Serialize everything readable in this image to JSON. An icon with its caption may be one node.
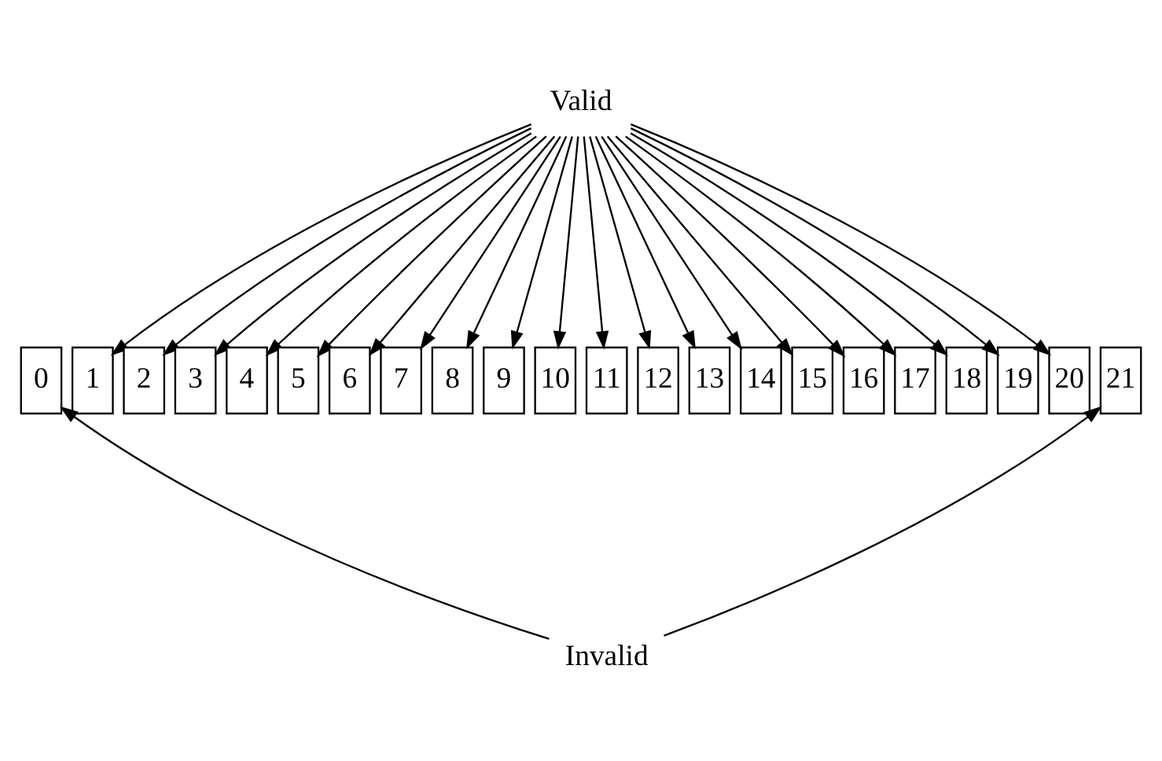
{
  "diagram": {
    "nodes": [
      {
        "text": [
          "Valid"
        ]
      },
      {
        "text": [
          "0"
        ]
      },
      {
        "text": [
          "1"
        ]
      },
      {
        "text": [
          "2"
        ]
      },
      {
        "text": [
          "3"
        ]
      },
      {
        "text": [
          "4"
        ]
      },
      {
        "text": [
          "5"
        ]
      },
      {
        "text": [
          "6"
        ]
      },
      {
        "text": [
          "7"
        ]
      },
      {
        "text": [
          "8"
        ]
      },
      {
        "text": [
          "9"
        ]
      },
      {
        "text": [
          "10"
        ]
      },
      {
        "text": [
          "11"
        ]
      },
      {
        "text": [
          "12"
        ]
      },
      {
        "text": [
          "13"
        ]
      },
      {
        "text": [
          "14"
        ]
      },
      {
        "text": [
          "15"
        ]
      },
      {
        "text": [
          "16"
        ]
      },
      {
        "text": [
          "17"
        ]
      },
      {
        "text": [
          "18"
        ]
      },
      {
        "text": [
          "19"
        ]
      },
      {
        "text": [
          "20"
        ]
      },
      {
        "text": [
          "21"
        ]
      },
      {
        "text": [
          "Invalid"
        ]
      }
    ],
    "edges": [
      {
        "from": 0,
        "to": 2,
        "arrow": "to"
      },
      {
        "from": 0,
        "to": 3,
        "arrow": "to"
      },
      {
        "from": 0,
        "to": 4,
        "arrow": "to"
      },
      {
        "from": 0,
        "to": 5,
        "arrow": "to"
      },
      {
        "from": 0,
        "to": 6,
        "arrow": "to"
      },
      {
        "from": 0,
        "to": 7,
        "arrow": "to"
      },
      {
        "from": 0,
        "to": 8,
        "arrow": "to"
      },
      {
        "from": 0,
        "to": 9,
        "arrow": "to"
      },
      {
        "from": 0,
        "to": 10,
        "arrow": "to"
      },
      {
        "from": 0,
        "to": 11,
        "arrow": "to"
      },
      {
        "from": 0,
        "to": 12,
        "arrow": "to"
      },
      {
        "from": 0,
        "to": 13,
        "arrow": "to"
      },
      {
        "from": 0,
        "to": 14,
        "arrow": "to"
      },
      {
        "from": 0,
        "to": 15,
        "arrow": "to"
      },
      {
        "from": 0,
        "to": 16,
        "arrow": "to"
      },
      {
        "from": 0,
        "to": 17,
        "arrow": "to"
      },
      {
        "from": 0,
        "to": 18,
        "arrow": "to"
      },
      {
        "from": 0,
        "to": 19,
        "arrow": "to"
      },
      {
        "from": 0,
        "to": 20,
        "arrow": "to"
      },
      {
        "from": 0,
        "to": 21,
        "arrow": "to"
      },
      {
        "from": 23,
        "to": 1,
        "arrow": "to"
      },
      {
        "from": 23,
        "to": 22,
        "arrow": "to"
      }
    ]
  }
}
